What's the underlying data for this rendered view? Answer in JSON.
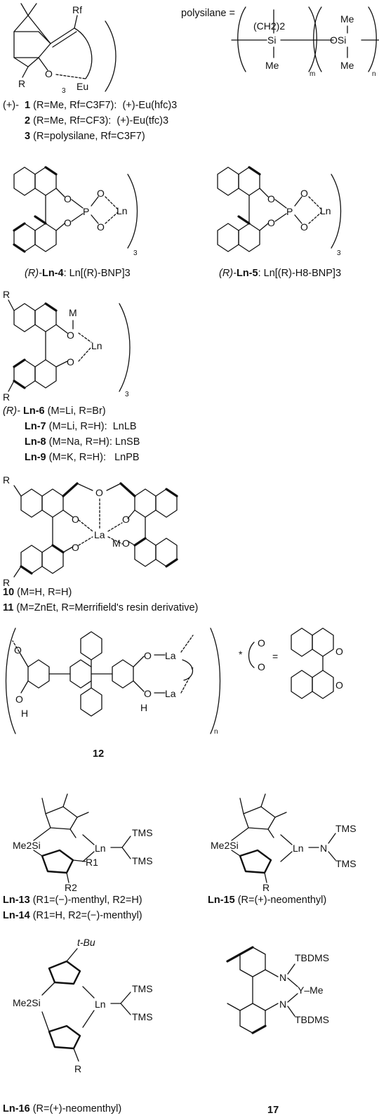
{
  "row1": {
    "polysilane_lbl": "polysilane =",
    "ch2": "(CH2)2",
    "si": "Si",
    "me": "Me",
    "osi": "OSi",
    "m": "m",
    "n": "n",
    "rf": "Rf",
    "r": "R",
    "o": "O",
    "eu": "Eu",
    "three": "3",
    "c1_prefix": "(+)-",
    "c1_num": "1",
    "c1_desc": "(R=Me, Rf=C3F7):",
    "c1_name": "(+)-Eu(hfc)3",
    "c2_num": "2",
    "c2_desc": "(R=Me, Rf=CF3):",
    "c2_name": "(+)-Eu(tfc)3",
    "c3_num": "3",
    "c3_desc": "(R=polysilane, Rf=C3F7)"
  },
  "row2": {
    "o": "O",
    "p": "P",
    "ln": "Ln",
    "three": "3",
    "c4_prefix": "(R)-",
    "c4_num": "Ln-4",
    "c4_name": ": Ln[(R)-BNP]3",
    "c5_prefix": "(R)-",
    "c5_num": "Ln-5",
    "c5_name": ": Ln[(R)-H8-BNP]3"
  },
  "row3": {
    "r": "R",
    "m": "M",
    "o": "O",
    "ln": "Ln",
    "three": "3",
    "c6_prefix": "(R)-",
    "c6_num": "Ln-6",
    "c6_desc": "(M=Li, R=Br)",
    "c7_num": "Ln-7",
    "c7_desc": "(M=Li, R=H):",
    "c7_name": "LnLB",
    "c8_num": "Ln-8",
    "c8_desc": "(M=Na, R=H):",
    "c8_name": "LnSB",
    "c9_num": "Ln-9",
    "c9_desc": "(M=K, R=H):",
    "c9_name": "LnPB"
  },
  "row4": {
    "r": "R",
    "o": "O",
    "la": "La",
    "m": "M",
    "c10_num": "10",
    "c10_desc": "(M=H, R=H)",
    "c11_num": "11",
    "c11_desc": "(M=ZnEt, R=Merrifield's resin derivative)"
  },
  "row5": {
    "o": "O",
    "h": "H",
    "la": "La",
    "star": "*",
    "n": "n",
    "eq": "=",
    "c12_num": "12"
  },
  "row6": {
    "me2si": "Me2Si",
    "ln": "Ln",
    "tms": "TMS",
    "n": "N",
    "r1": "R1",
    "r2": "R2",
    "r": "R",
    "c13_num": "Ln-13",
    "c13_desc": "(R1=(−)-menthyl, R2=H)",
    "c14_num": "Ln-14",
    "c14_desc": "(R1=H, R2=(−)-menthyl)",
    "c15_num": "Ln-15",
    "c15_desc": "(R=(+)-neomenthyl)"
  },
  "row7": {
    "tbu": "t-Bu",
    "me2si": "Me2Si",
    "ln": "Ln",
    "tms": "TMS",
    "r": "R",
    "tbdms": "TBDMS",
    "n": "N",
    "y_me": "Y–Me",
    "c16_num": "Ln-16",
    "c16_desc": "(R=(+)-neomenthyl)",
    "c17_num": "17"
  }
}
